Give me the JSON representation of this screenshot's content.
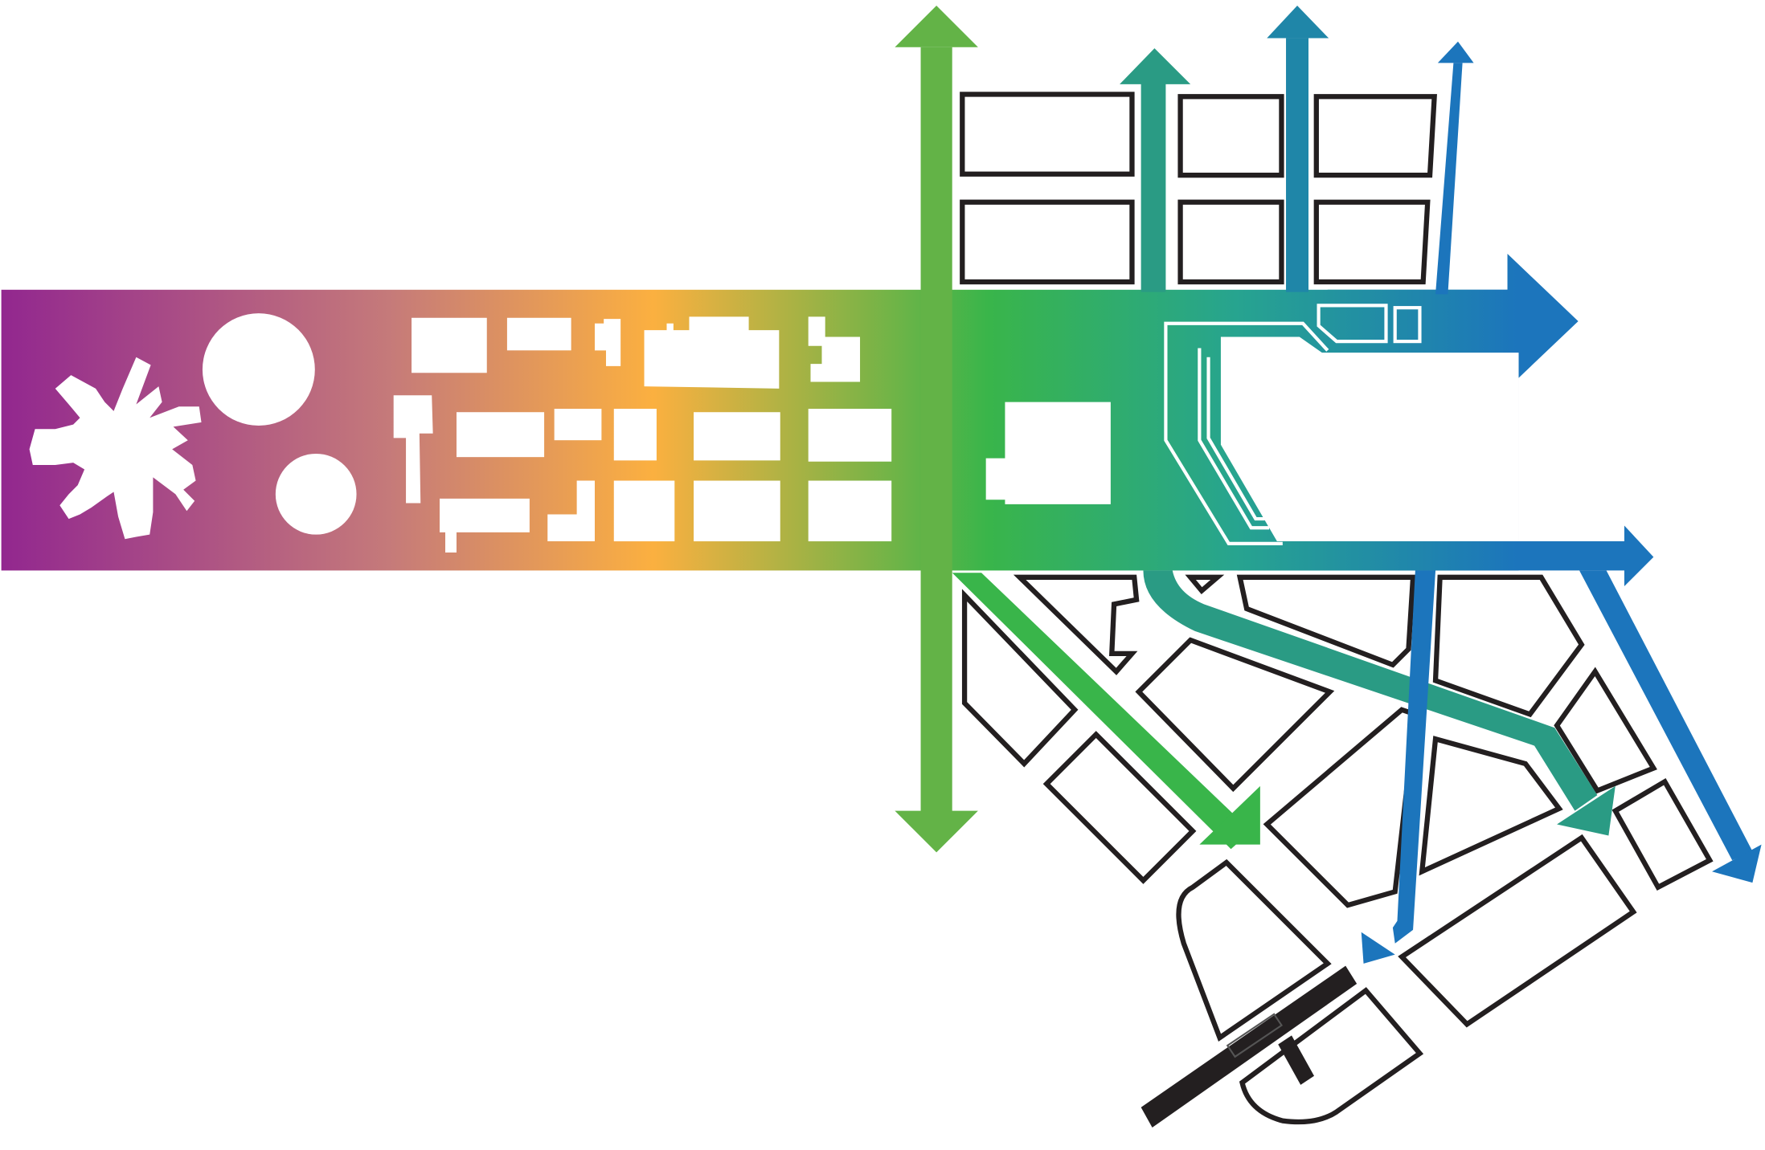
{
  "diagram": {
    "title": "",
    "gradient_stops": [
      "#92278f",
      "#c57a7a",
      "#fbb040",
      "#39b54a",
      "#27a48f",
      "#1c75bc"
    ],
    "colors": {
      "purple": "#92278f",
      "orange": "#fbb040",
      "green_light": "#63b347",
      "green": "#39b54a",
      "teal": "#2a9b84",
      "teal_blue": "#1f86a8",
      "blue": "#1c75bc",
      "outline": "#231f20",
      "white": "#ffffff"
    },
    "elements": [
      "gradient-corridor",
      "vertical-green-axis",
      "diagonal-green-arrow",
      "teal-arrows",
      "blue-arrows",
      "building-blocks",
      "black-bridge"
    ]
  }
}
